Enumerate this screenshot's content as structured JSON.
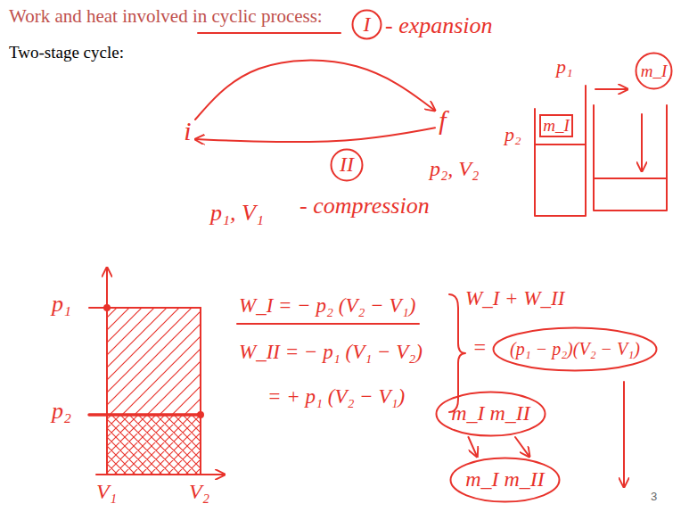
{
  "diagram": {
    "title": "Work and heat involved in cyclic process:",
    "nodes": [
      {
        "text": [
          "I"
        ]
      },
      {
        "text": [
          "i"
        ]
      },
      {
        "text": [
          "f"
        ]
      },
      {
        "text": [
          "II"
        ]
      },
      {
        "text": [
          "m_I"
        ]
      },
      {
        "text": [
          "m_I"
        ]
      },
      {
        "text": [
          "(p₁ − p₂)(V₂ − V₁)"
        ]
      },
      {
        "text": [
          "m_I m_II"
        ]
      },
      {
        "text": [
          "m_I m_II"
        ]
      }
    ],
    "edges": [
      {
        "from": 1,
        "to": 2,
        "arrow": "to"
      },
      {
        "from": 2,
        "to": 1,
        "arrow": "to"
      },
      {
        "from": 7,
        "to": 8,
        "arrow": "to"
      },
      {
        "from": 7,
        "to": 8,
        "arrow": "to"
      }
    ],
    "labels": [
      "Two-stage cycle:",
      "- expansion",
      "- compression",
      "p₁, V₁",
      "p₂, V₂",
      "p₁",
      "p₂",
      "p₁",
      "p₂",
      "V₁",
      "V₂",
      "W_I = − p₂ (V₂ − V₁)",
      "W_II = − p₁ (V₁ − V₂)",
      "= + p₁ (V₂ − V₁)",
      "W_I + W_II",
      "=",
      "3"
    ]
  }
}
